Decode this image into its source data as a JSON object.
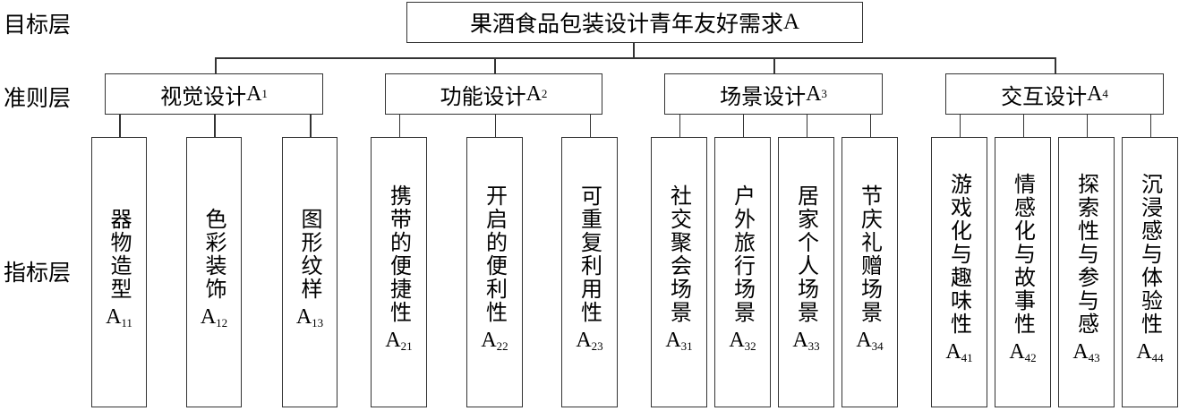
{
  "layers": {
    "goal": "目标层",
    "criteria": "准则层",
    "indicator": "指标层"
  },
  "goal": {
    "label": "果酒食品包装设计青年友好需求",
    "code": "A"
  },
  "criteria": [
    {
      "label": "视觉设计",
      "code": "A",
      "sub": "1",
      "indicators": [
        {
          "label": "器物造型",
          "code": "A",
          "sub": "11"
        },
        {
          "label": "色彩装饰",
          "code": "A",
          "sub": "12"
        },
        {
          "label": "图形纹样",
          "code": "A",
          "sub": "13"
        }
      ]
    },
    {
      "label": "功能设计",
      "code": "A",
      "sub": "2",
      "indicators": [
        {
          "label": "携带的便捷性",
          "code": "A",
          "sub": "21"
        },
        {
          "label": "开启的便利性",
          "code": "A",
          "sub": "22"
        },
        {
          "label": "可重复利用性",
          "code": "A",
          "sub": "23"
        }
      ]
    },
    {
      "label": "场景设计",
      "code": "A",
      "sub": "3",
      "indicators": [
        {
          "label": "社交聚会场景",
          "code": "A",
          "sub": "31"
        },
        {
          "label": "户外旅行场景",
          "code": "A",
          "sub": "32"
        },
        {
          "label": "居家个人场景",
          "code": "A",
          "sub": "33"
        },
        {
          "label": "节庆礼赠场景",
          "code": "A",
          "sub": "34"
        }
      ]
    },
    {
      "label": "交互设计",
      "code": "A",
      "sub": "4",
      "indicators": [
        {
          "label": "游戏化与趣味性",
          "code": "A",
          "sub": "41"
        },
        {
          "label": "情感化与故事性",
          "code": "A",
          "sub": "42"
        },
        {
          "label": "探索性与参与感",
          "code": "A",
          "sub": "43"
        },
        {
          "label": "沉浸感与体验性",
          "code": "A",
          "sub": "44"
        }
      ]
    }
  ]
}
